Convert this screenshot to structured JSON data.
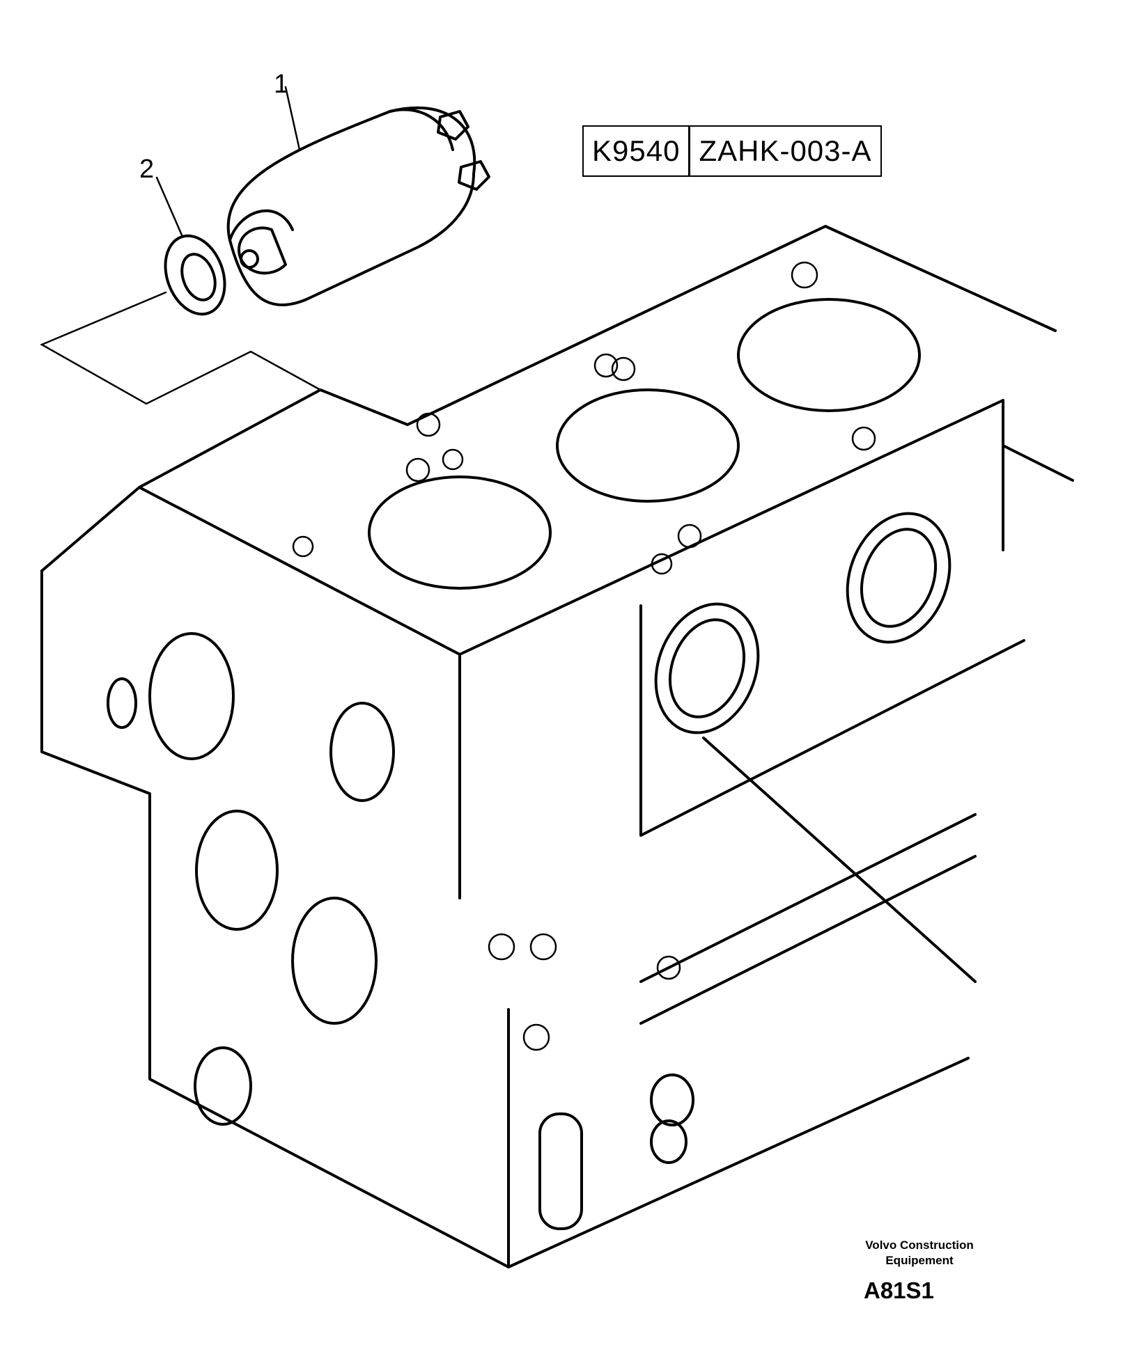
{
  "reference": {
    "number": "K9540",
    "code": "ZAHK-003-A"
  },
  "callouts": [
    "1",
    "2"
  ],
  "footer": {
    "maker_line1": "Volvo Construction",
    "maker_line2": "Equipement",
    "figure_code": "A81S1"
  }
}
